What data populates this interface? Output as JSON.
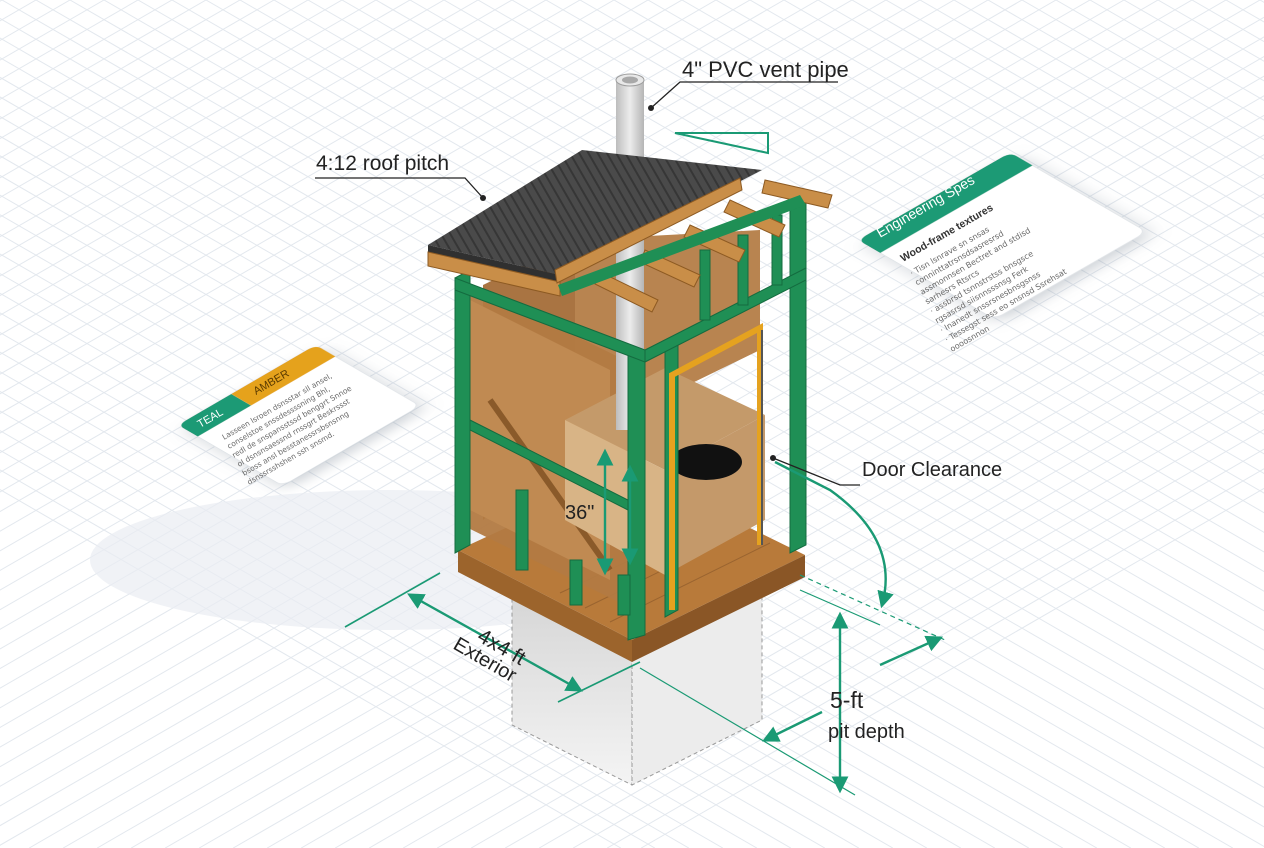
{
  "colors": {
    "teal": "#1a9a74",
    "amber": "#e5a21f",
    "frame_green": "#1f8f55",
    "wood": "#b47a3e",
    "wood_light": "#c99457",
    "roof": "#474747",
    "pipe": "#d4d4d4",
    "grid": "#dfe5ec"
  },
  "annotations": {
    "vent_pipe": "4\" PVC vent pipe",
    "roof_pitch": "4:12 roof pitch",
    "door_clearance": "Door Clearance",
    "seat_height": "36\"",
    "exterior_size": "4x4 ft",
    "exterior_label": "Exterior",
    "pit_depth_value": "5-ft",
    "pit_depth_label": "pit depth"
  },
  "spec_card": {
    "header": "Engineering Spes",
    "subtitle": "Wood-frame textures",
    "lines": [
      "· Tisn lsnrave sn snsas",
      "conninttatrsnsdsasresrsd",
      "assmonnsen Bectret and stdisd",
      "sarhesrs Rtsrcs",
      "· assbrsd tsnnstrstss bnsgsce",
      "rgsasrsd siisnnsssnsg Ferk",
      "· Inanedt snssrsnesbnsgsnss",
      "· Tessegst sess eo snsnsd Ssrehsat",
      "oooosnnon"
    ]
  },
  "legend_card": {
    "tab_teal": "TEAL",
    "tab_amber": "AMBER",
    "lines": [
      "Lasseen lsroen dsnsstar sll ansel,",
      "conselstoe snssdessssning Bhl,",
      "redl de snspansstssd benggrt Snnoe",
      "ol dsnsnsaessnd rnssgrt Beskrssst",
      "bsoss ansl besstanessrsbsnsnng",
      "dsnssrsshshen ssh snsmd."
    ]
  }
}
